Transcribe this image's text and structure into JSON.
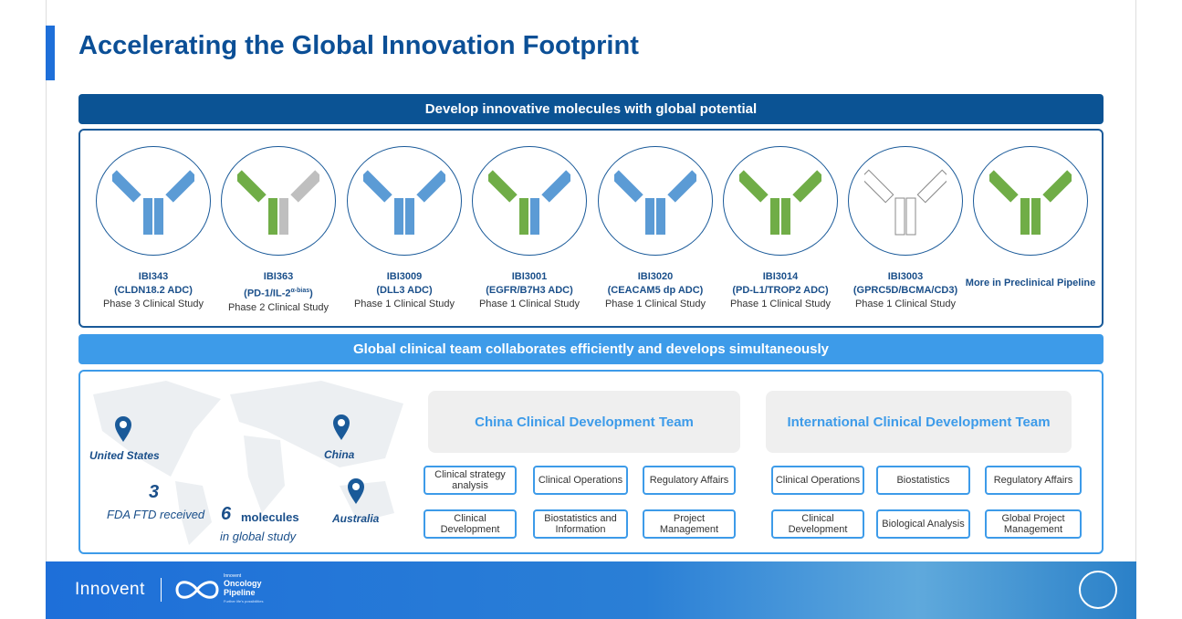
{
  "title": "Accelerating the Global Innovation Footprint",
  "banner1": "Develop innovative molecules with global potential",
  "banner2": "Global clinical team collaborates efficiently and develops simultaneously",
  "molecules": [
    {
      "name": "IBI343",
      "target": "(CLDN18.2 ADC)",
      "phase": "Phase 3 Clinical Study"
    },
    {
      "name": "IBI363",
      "target": "(PD-1/IL-2",
      "sup": "α-bias",
      "target_end": ")",
      "phase": "Phase 2 Clinical Study"
    },
    {
      "name": "IBI3009",
      "target": "(DLL3 ADC)",
      "phase": "Phase 1 Clinical Study"
    },
    {
      "name": "IBI3001",
      "target": "(EGFR/B7H3 ADC)",
      "phase": "Phase 1 Clinical Study"
    },
    {
      "name": "IBI3020",
      "target": "(CEACAM5 dp ADC)",
      "phase": "Phase 1 Clinical Study"
    },
    {
      "name": "IBI3014",
      "target": "(PD-L1/TROP2 ADC)",
      "phase": "Phase 1 Clinical Study"
    },
    {
      "name": "IBI3003",
      "target": "(GPRC5D/BCMA/CD3)",
      "phase": "Phase 1 Clinical Study"
    },
    {
      "name": "More in Preclinical Pipeline"
    }
  ],
  "map": {
    "locations": [
      "United States",
      "China",
      "Australia"
    ],
    "fda_count": "3",
    "fda_text": "FDA FTD received",
    "mol_count": "6",
    "mol_word": "molecules",
    "mol_text": "in global study"
  },
  "china_team": {
    "title": "China Clinical Development Team",
    "items": [
      "Clinical strategy analysis",
      "Clinical Operations",
      "Regulatory Affairs",
      "Clinical Development",
      "Biostatistics and Information",
      "Project Management"
    ]
  },
  "intl_team": {
    "title": "International Clinical Development Team",
    "items": [
      "Clinical Operations",
      "Biostatistics",
      "Regulatory Affairs",
      "Clinical Development",
      "Biological Analysis",
      "Global Project Management"
    ]
  },
  "footer": {
    "brand": "Innovent",
    "logo_small": "Innovent",
    "logo_line1": "Oncology",
    "logo_line2": "Pipeline",
    "tagline": "Further life's possibilities"
  },
  "colors": {
    "dark_blue": "#0b5394",
    "light_blue": "#3d9be9",
    "title": "#0b4f96"
  }
}
